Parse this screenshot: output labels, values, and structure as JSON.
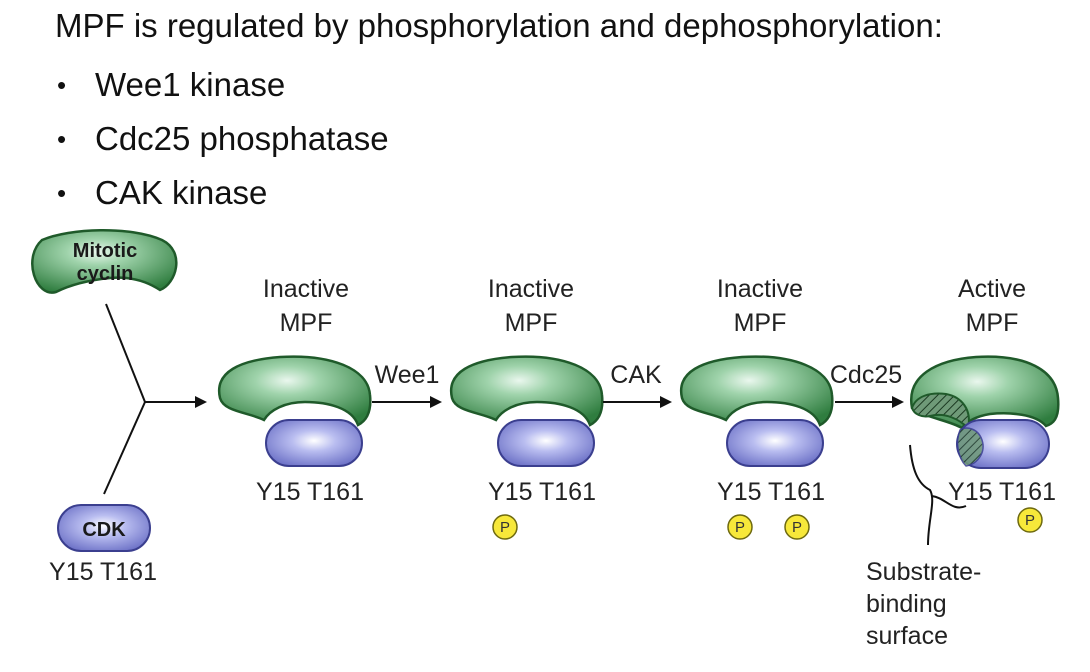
{
  "heading": "MPF is regulated by phosphorylation and dephosphorylation:",
  "bullets": [
    "Wee1 kinase",
    "Cdc25 phosphatase",
    "CAK kinase"
  ],
  "diagram": {
    "cyclin_label_line1": "Mitotic",
    "cyclin_label_line2": "cyclin",
    "cdk_label": "CDK",
    "cdk_sites": "Y15  T161",
    "stages": [
      {
        "state": "Inactive",
        "name": "MPF",
        "sites": "Y15  T161"
      },
      {
        "state": "Inactive",
        "name": "MPF",
        "sites": "Y15  T161"
      },
      {
        "state": "Inactive",
        "name": "MPF",
        "sites": "Y15  T161"
      },
      {
        "state": "Active",
        "name": "MPF",
        "sites": "Y15  T161"
      }
    ],
    "enzymes": [
      "Wee1",
      "CAK",
      "Cdc25"
    ],
    "phospho_symbol": "P",
    "substrate_label": [
      "Substrate-",
      "binding",
      "surface"
    ],
    "colors": {
      "cyclin": "#3f8f4f",
      "cdk": "#7f84d0",
      "phosphate": "#f7e83a"
    }
  }
}
